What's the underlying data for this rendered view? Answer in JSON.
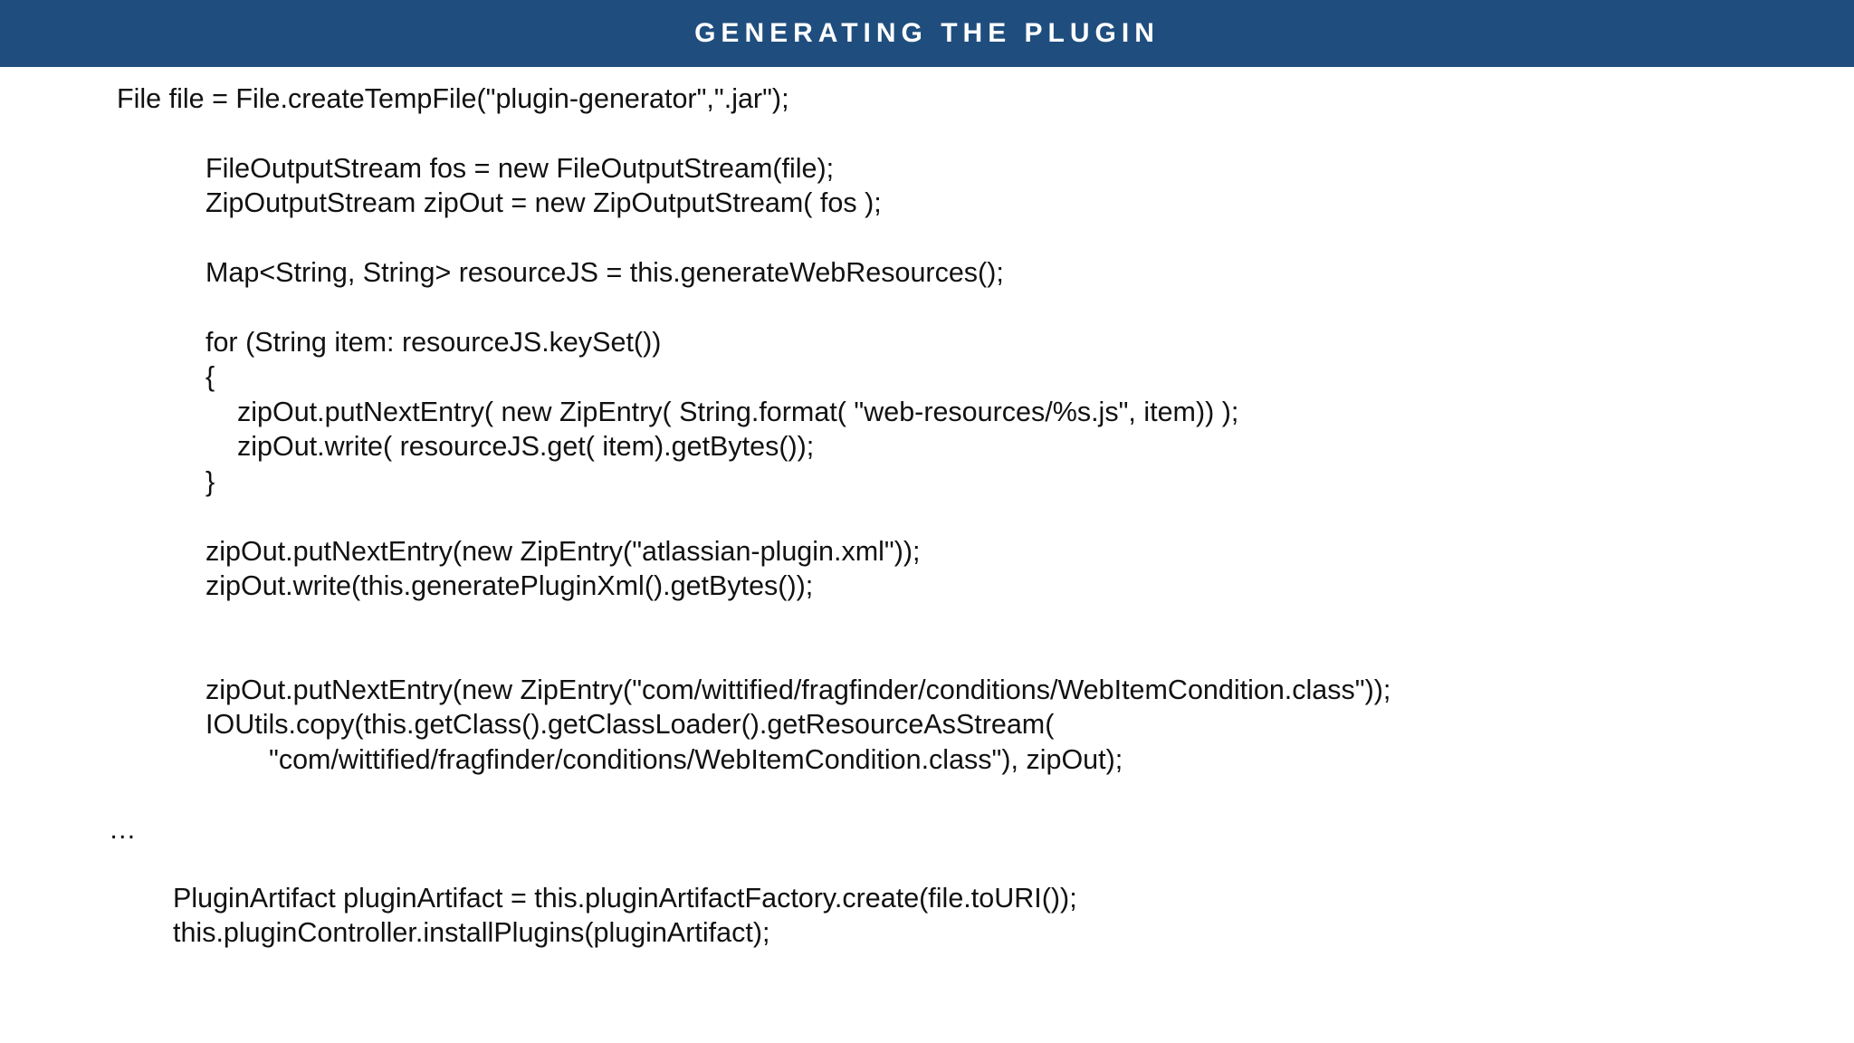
{
  "title": "GENERATING THE PLUGIN",
  "code_lines": [
    "File file = File.createTempFile(\"plugin-generator\",\".jar\");",
    "FileOutputStream fos = new FileOutputStream(file);",
    "ZipOutputStream zipOut = new ZipOutputStream( fos );",
    "Map<String, String> resourceJS = this.generateWebResources();",
    "for (String item: resourceJS.keySet())",
    "{",
    "zipOut.putNextEntry( new ZipEntry( String.format( \"web-resources/%s.js\", item)) );",
    "zipOut.write( resourceJS.get( item).getBytes());",
    "}",
    "zipOut.putNextEntry(new ZipEntry(\"atlassian-plugin.xml\"));",
    "zipOut.write(this.generatePluginXml().getBytes());",
    "zipOut.putNextEntry(new ZipEntry(\"com/wittified/fragfinder/conditions/WebItemCondition.class\"));",
    "IOUtils.copy(this.getClass().getClassLoader().getResourceAsStream(",
    "\"com/wittified/fragfinder/conditions/WebItemCondition.class\"), zipOut);",
    "…",
    "PluginArtifact pluginArtifact = this.pluginArtifactFactory.create(file.toURI());",
    "this.pluginController.installPlugins(pluginArtifact);"
  ]
}
